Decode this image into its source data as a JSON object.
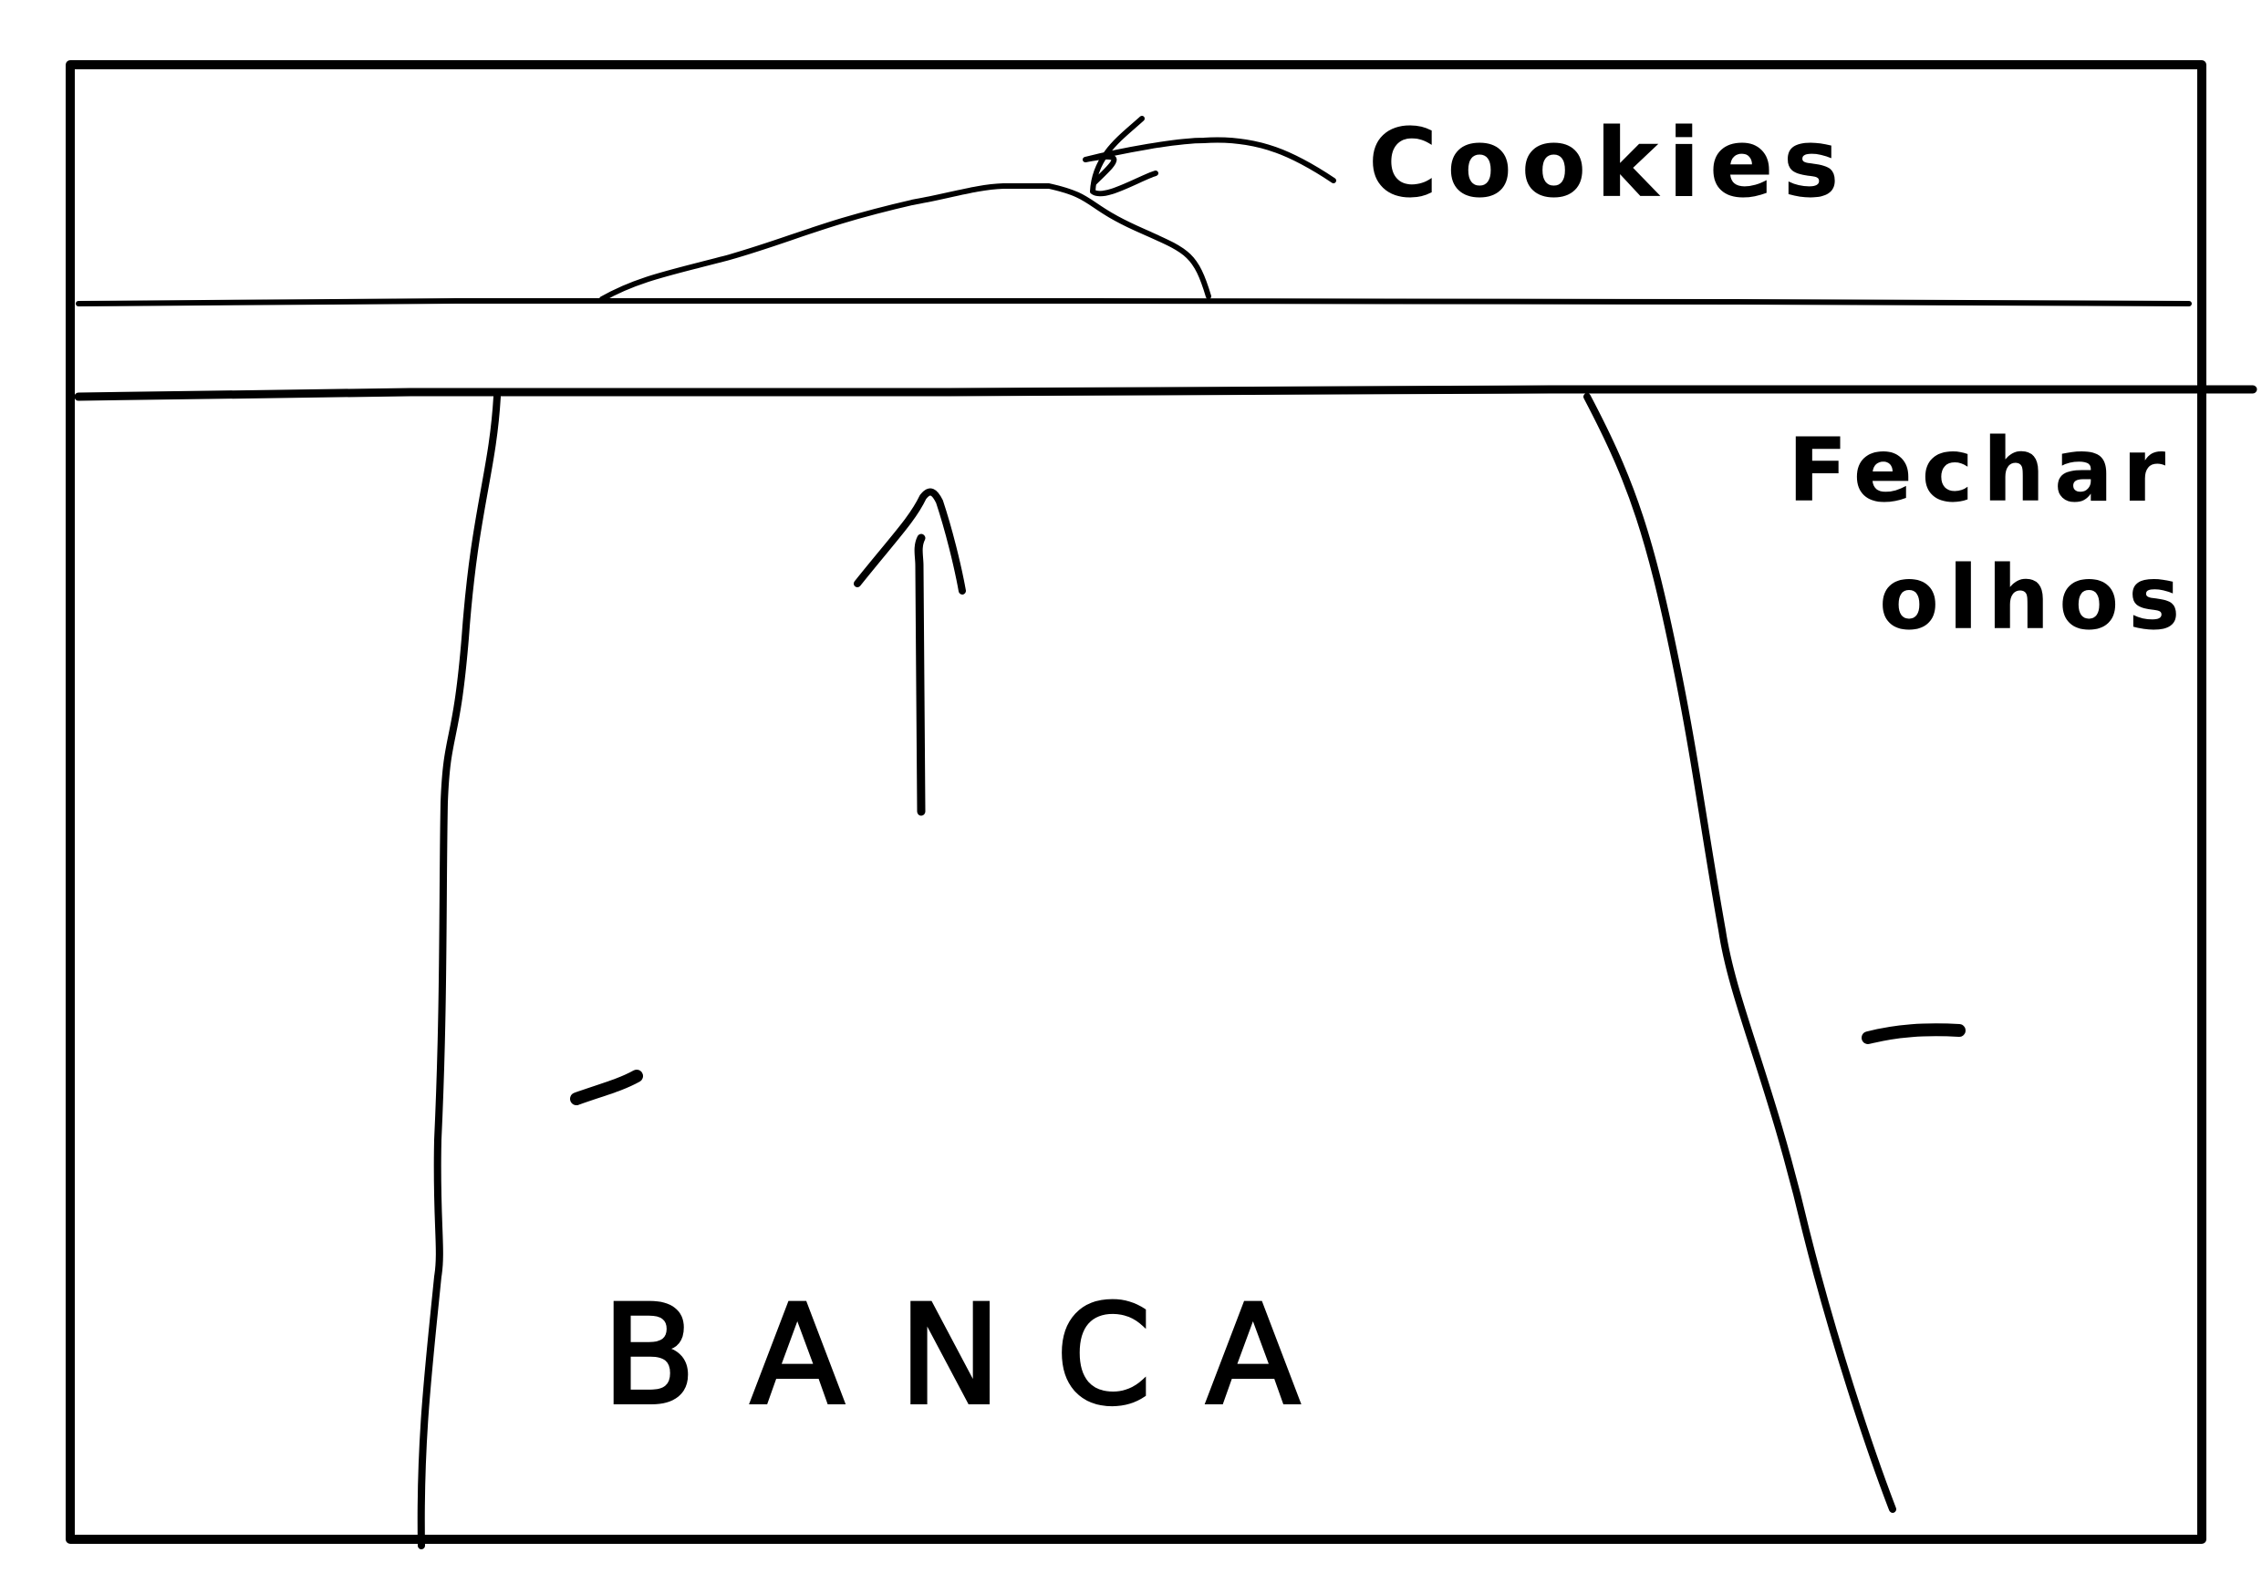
{
  "labels": {
    "cookies": "Cookies",
    "fechar": "Fechar",
    "olhos": "olhos",
    "banca": "BANCA"
  },
  "colors": {
    "ink": "#000000",
    "background": "#ffffff"
  },
  "icons": {
    "cookie_arrow": "left-arrow-icon",
    "scroll_arrow": "up-arrow-icon"
  }
}
